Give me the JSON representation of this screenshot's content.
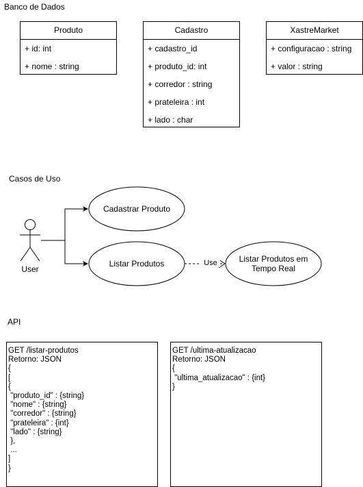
{
  "sections": {
    "database": "Banco de Dados",
    "usecases": "Casos de Uso",
    "api": "API"
  },
  "classes": [
    {
      "name": "Produto",
      "attributes": [
        "+ id: int",
        "+ nome : string"
      ]
    },
    {
      "name": "Cadastro",
      "attributes": [
        "+ cadastro_id",
        "+ produto_id: int",
        "+ corredor : string",
        "+ prateleira : int",
        "+ lado : char"
      ]
    },
    {
      "name": "XastreMarket",
      "attributes": [
        "+ configuracao : string",
        "+ valor : string"
      ]
    }
  ],
  "usecases": {
    "actor": "User",
    "cadastrar": "Cadastrar Produto",
    "listar": "Listar Produtos",
    "tempo_real": "Listar Produtos em Tempo Real",
    "relation": "Use"
  },
  "api": {
    "listar": [
      "GET /listar-produtos",
      "Retorno: JSON",
      "{",
      "[",
      "{",
      " \"produto_id\" : {string}",
      " \"nome\" : {string}",
      " \"corredor\" : {string}",
      " \"prateleira\" : {int}",
      " \"lado\" : {string}",
      " },",
      " ...",
      "]",
      "}"
    ],
    "atualizacao": [
      "GET /ultima-atualizacao",
      "Retorno: JSON",
      "{",
      " \"ultima_atualizacao\" : {int}",
      "}"
    ]
  }
}
